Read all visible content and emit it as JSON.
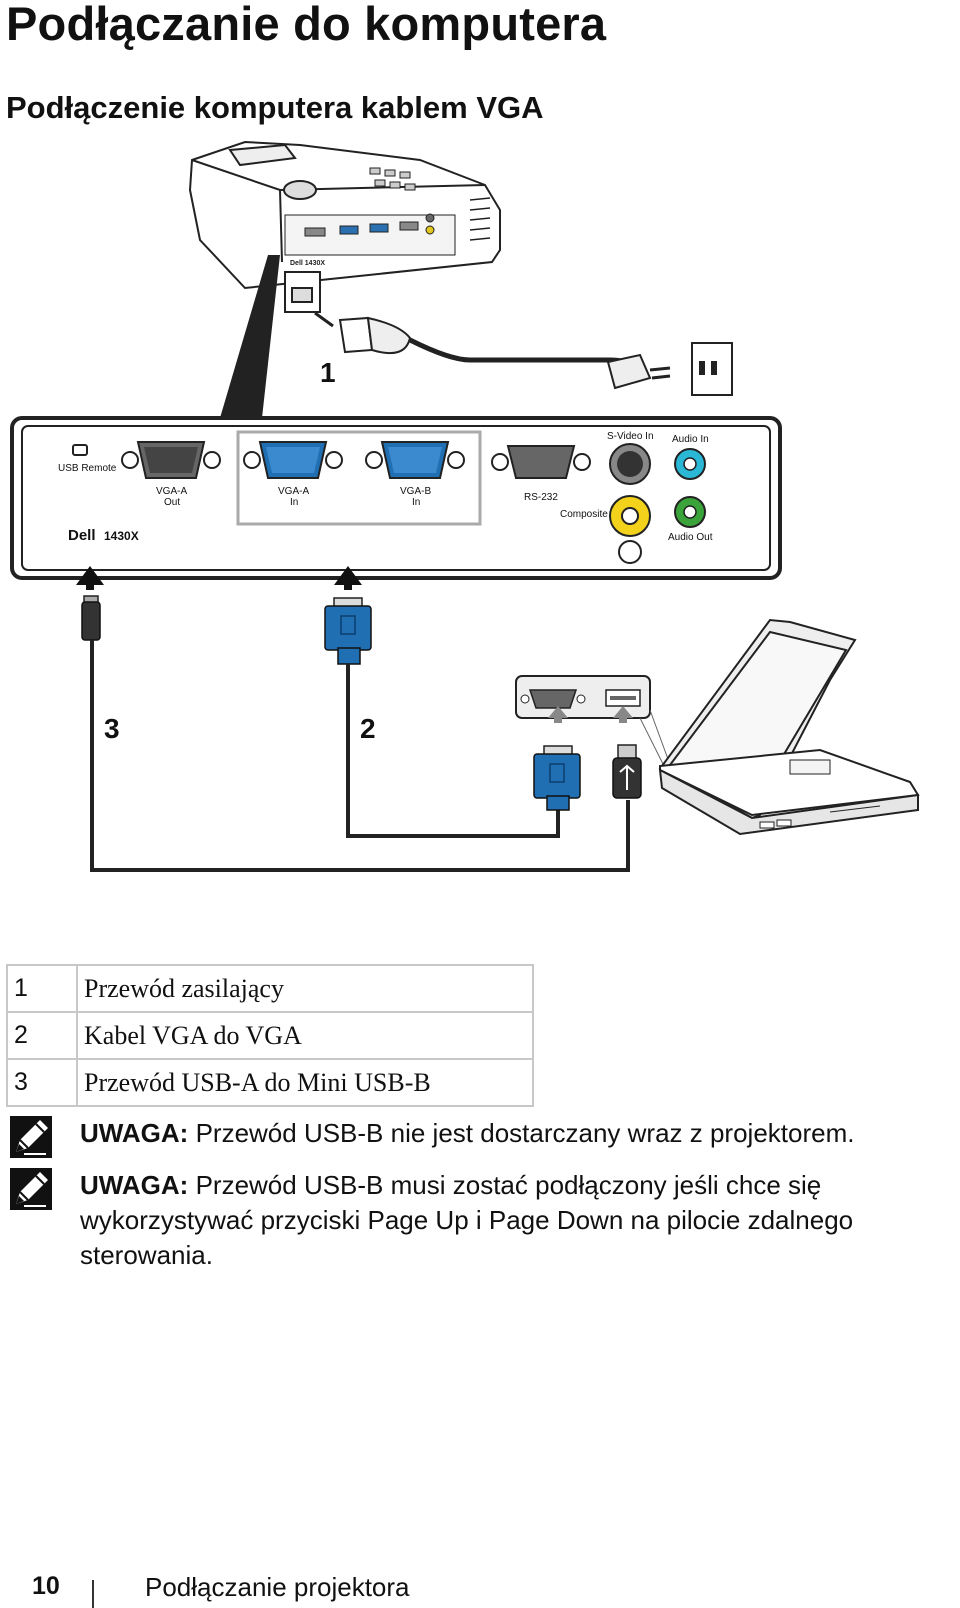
{
  "page": {
    "title": "Podłączanie do komputera",
    "subtitle": "Podłączenie komputera kablem VGA"
  },
  "figure": {
    "callouts": [
      "1",
      "2",
      "3"
    ],
    "ports": {
      "usb_remote": "USB Remote",
      "vga_a_out_1": "VGA-A",
      "vga_a_out_2": "Out",
      "vga_a_in_1": "VGA-A",
      "vga_a_in_2": "In",
      "vga_b_in_1": "VGA-B",
      "vga_b_in_2": "In",
      "rs232": "RS-232",
      "s_video_in": "S-Video In",
      "composite": "Composite",
      "audio_in": "Audio In",
      "audio_out": "Audio Out"
    },
    "model_brand": "Dell",
    "model_number": "1430X",
    "colors": {
      "vga_blue": "#1f6fb2",
      "composite_yellow": "#f2d21b",
      "audio_in_cyan": "#2bb7d6",
      "audio_out_green": "#3aa33a"
    }
  },
  "legend": [
    {
      "num": "1",
      "text": "Przewód zasilający"
    },
    {
      "num": "2",
      "text": "Kabel VGA do VGA"
    },
    {
      "num": "3",
      "text": "Przewód USB-A do Mini USB-B"
    }
  ],
  "notes": [
    {
      "label": "UWAGA:",
      "text": "Przewód USB-B nie jest dostarczany wraz z projektorem.",
      "icon": "note-pencil-icon"
    },
    {
      "label": "UWAGA:",
      "text": "Przewód USB-B musi zostać podłączony jeśli chce się wykorzystywać przyciski Page Up i Page Down na pilocie zdalnego sterowania.",
      "icon": "note-pencil-icon"
    }
  ],
  "footer": {
    "page_number": "10",
    "section": "Podłączanie projektora"
  }
}
